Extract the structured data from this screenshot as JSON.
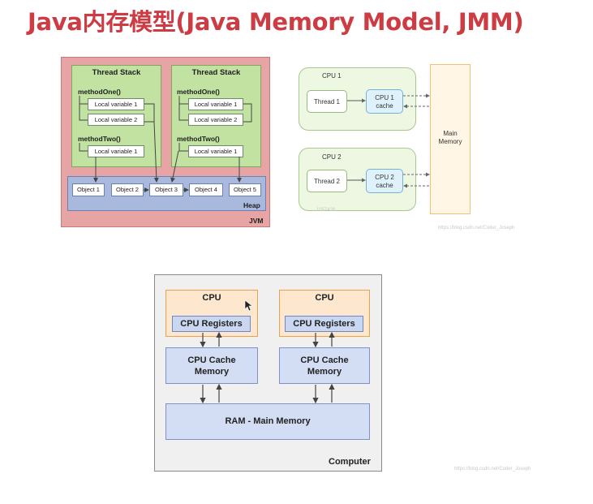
{
  "title": "Java内存模型(Java Memory Model, JMM)",
  "jvm": {
    "label": "JVM",
    "heap_label": "Heap",
    "stacks": [
      {
        "title": "Thread Stack",
        "method_one": "methodOne()",
        "method_two": "methodTwo()",
        "lv1": "Local variable 1",
        "lv2": "Local variable 2",
        "lv3": "Local variable 1"
      },
      {
        "title": "Thread Stack",
        "method_one": "methodOne()",
        "method_two": "methodTwo()",
        "lv1": "Local variable 1",
        "lv2": "Local variable 2",
        "lv3": "Local variable 1"
      }
    ],
    "objects": [
      "Object 1",
      "Object 2",
      "Object 3",
      "Object 4",
      "Object 5"
    ]
  },
  "cpu_cache": {
    "cpus": [
      {
        "label": "CPU 1",
        "thread": "Thread 1",
        "cache_line1": "CPU 1",
        "cache_line2": "cache"
      },
      {
        "label": "CPU 2",
        "thread": "Thread 2",
        "cache_line1": "CPU 2",
        "cache_line2": "cache"
      }
    ],
    "main_memory_line1": "Main",
    "main_memory_line2": "Memory",
    "mark": "1057426"
  },
  "computer": {
    "label": "Computer",
    "cpus": [
      {
        "title": "CPU",
        "registers": "CPU Registers",
        "cache_line1": "CPU Cache",
        "cache_line2": "Memory"
      },
      {
        "title": "CPU",
        "registers": "CPU Registers",
        "cache_line1": "CPU Cache",
        "cache_line2": "Memory"
      }
    ],
    "ram": "RAM - Main Memory"
  },
  "watermarks": [
    "https://blog.csdn.net/Coder_Joseph",
    "https://blog.csdn.net/Coder_Joseph"
  ],
  "colors": {
    "title": "#cd3b43",
    "jvm_bg": "#e6a4a5",
    "stack_bg": "#c2e2a2",
    "heap_bg": "#a9b8dd",
    "cpu_box_bg": "#eef7e2",
    "cache_bg": "#dff1fa",
    "main_memory_bg": "#fff6e5",
    "cpu_header_bg": "#fde8cf",
    "register_bg": "#c9d7f1"
  }
}
